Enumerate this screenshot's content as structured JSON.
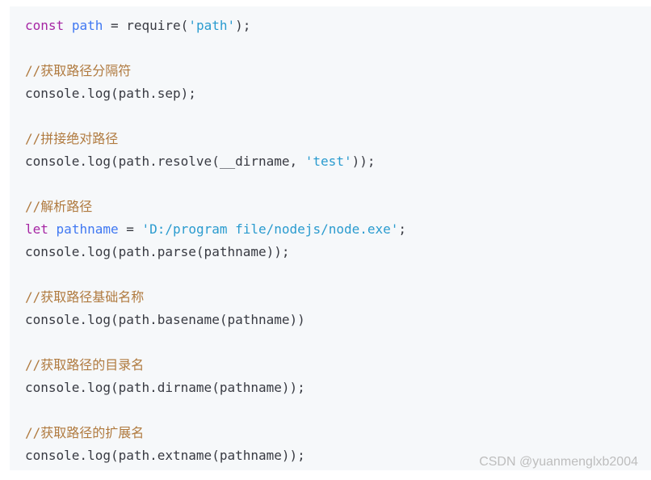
{
  "code": {
    "line1": {
      "kw": "const",
      "sp": " ",
      "var": "path",
      "eq": " = ",
      "fn": "require(",
      "str": "'path'",
      "end": ");"
    },
    "line3": {
      "comment": "//获取路径分隔符"
    },
    "line4": {
      "text": "console.log(path.sep);"
    },
    "line6": {
      "comment": "//拼接绝对路径"
    },
    "line7": {
      "pre": "console.log(path.resolve(__dirname, ",
      "str": "'test'",
      "end": "));"
    },
    "line9": {
      "comment": "//解析路径"
    },
    "line10": {
      "kw": "let",
      "sp": " ",
      "var": "pathname",
      "eq": " = ",
      "str": "'D:/program file/nodejs/node.exe'",
      "end": ";"
    },
    "line11": {
      "text": "console.log(path.parse(pathname));"
    },
    "line13": {
      "comment": "//获取路径基础名称"
    },
    "line14": {
      "text": "console.log(path.basename(pathname))"
    },
    "line16": {
      "comment": "//获取路径的目录名"
    },
    "line17": {
      "text": "console.log(path.dirname(pathname));"
    },
    "line19": {
      "comment": "//获取路径的扩展名"
    },
    "line20": {
      "text": "console.log(path.extname(pathname));"
    }
  },
  "watermark": "CSDN @yuanmenglxb2004",
  "colors": {
    "background": "#f6f8fa",
    "keyword": "#a626a4",
    "variable": "#4078f2",
    "string": "#2a9bcf",
    "comment": "#b07a3f",
    "text": "#383a42"
  }
}
